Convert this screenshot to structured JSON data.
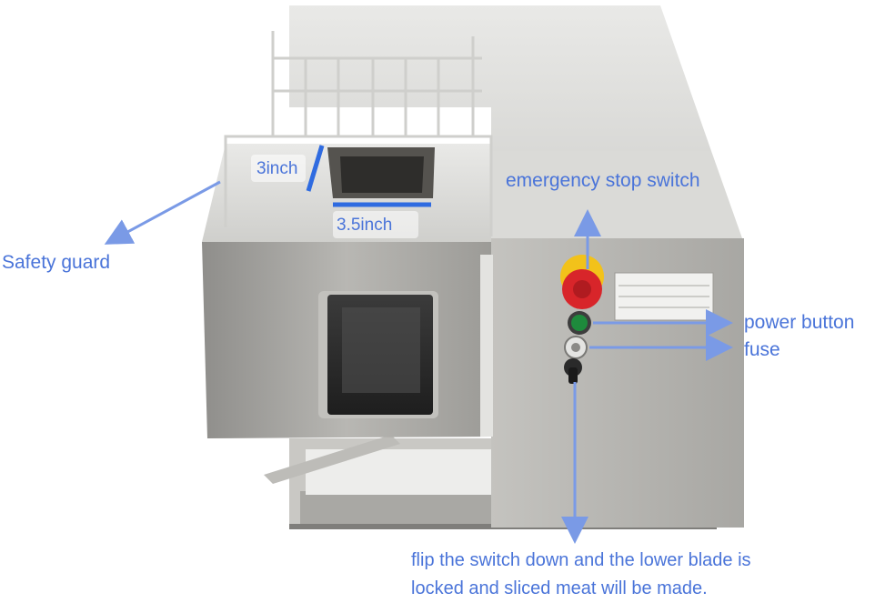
{
  "annotations": {
    "safety_guard": "Safety guard",
    "emergency_stop": "emergency stop switch",
    "power_button": "power button",
    "fuse": "fuse",
    "height": "3inch",
    "width": "3.5inch",
    "note_line1": "flip the switch down and the lower blade is",
    "note_line2": "locked and sliced meat will be made."
  },
  "colors": {
    "annotation": "#4a74d9",
    "dimension_bar": "#2f6be0",
    "steel_light": "#d6d6d4",
    "steel_dark": "#8d8c89",
    "stop_red": "#d8252a",
    "stop_yellow": "#f2c21a",
    "power_green": "#1e8a3c"
  }
}
